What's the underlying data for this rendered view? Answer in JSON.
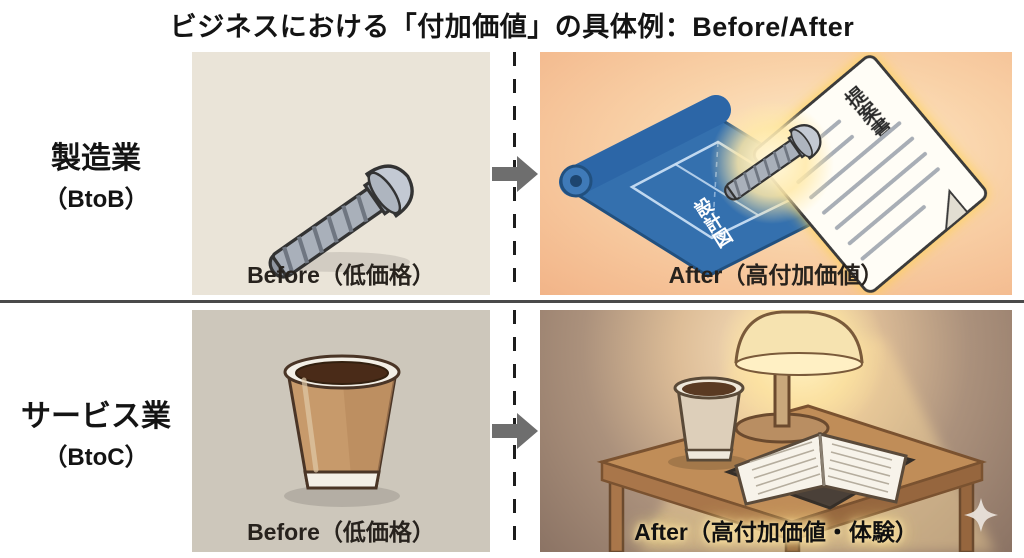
{
  "title": "ビジネスにおける「付加価値」の具体例：Before/After",
  "rows": [
    {
      "category": "製造業",
      "category_sub": "（BtoB）",
      "before": {
        "label": "Before（低価格）",
        "illustration": "screw"
      },
      "after": {
        "label": "After（高付加価値）",
        "illustration": "blueprint-proposal-screw",
        "annotations": {
          "blueprint": "設計図",
          "proposal": "提案書"
        }
      }
    },
    {
      "category": "サービス業",
      "category_sub": "（BtoC）",
      "before": {
        "label": "Before（低価格）",
        "illustration": "paper-coffee-cup"
      },
      "after": {
        "label": "After（高付加価値・体験）",
        "illustration": "cozy-reading-scene-lamp-book-coffee"
      }
    }
  ],
  "icons": {
    "arrow": "right-arrow",
    "sparkle": "sparkle"
  },
  "colors": {
    "background": "#ffffff",
    "before_top_bg": "#eae4d8",
    "before_bottom_bg": "#cdc7bb",
    "after_top_bg": "#f8cda5",
    "after_bottom_bg": "#9b8270",
    "blueprint_blue": "#2f6cb0",
    "glow_gold": "#f5c542",
    "arrow_gray": "#6e6e6e",
    "divider": "#4a4a4a",
    "screw_gray": "#a9b0ba",
    "cup_tan": "#c79a6b"
  }
}
